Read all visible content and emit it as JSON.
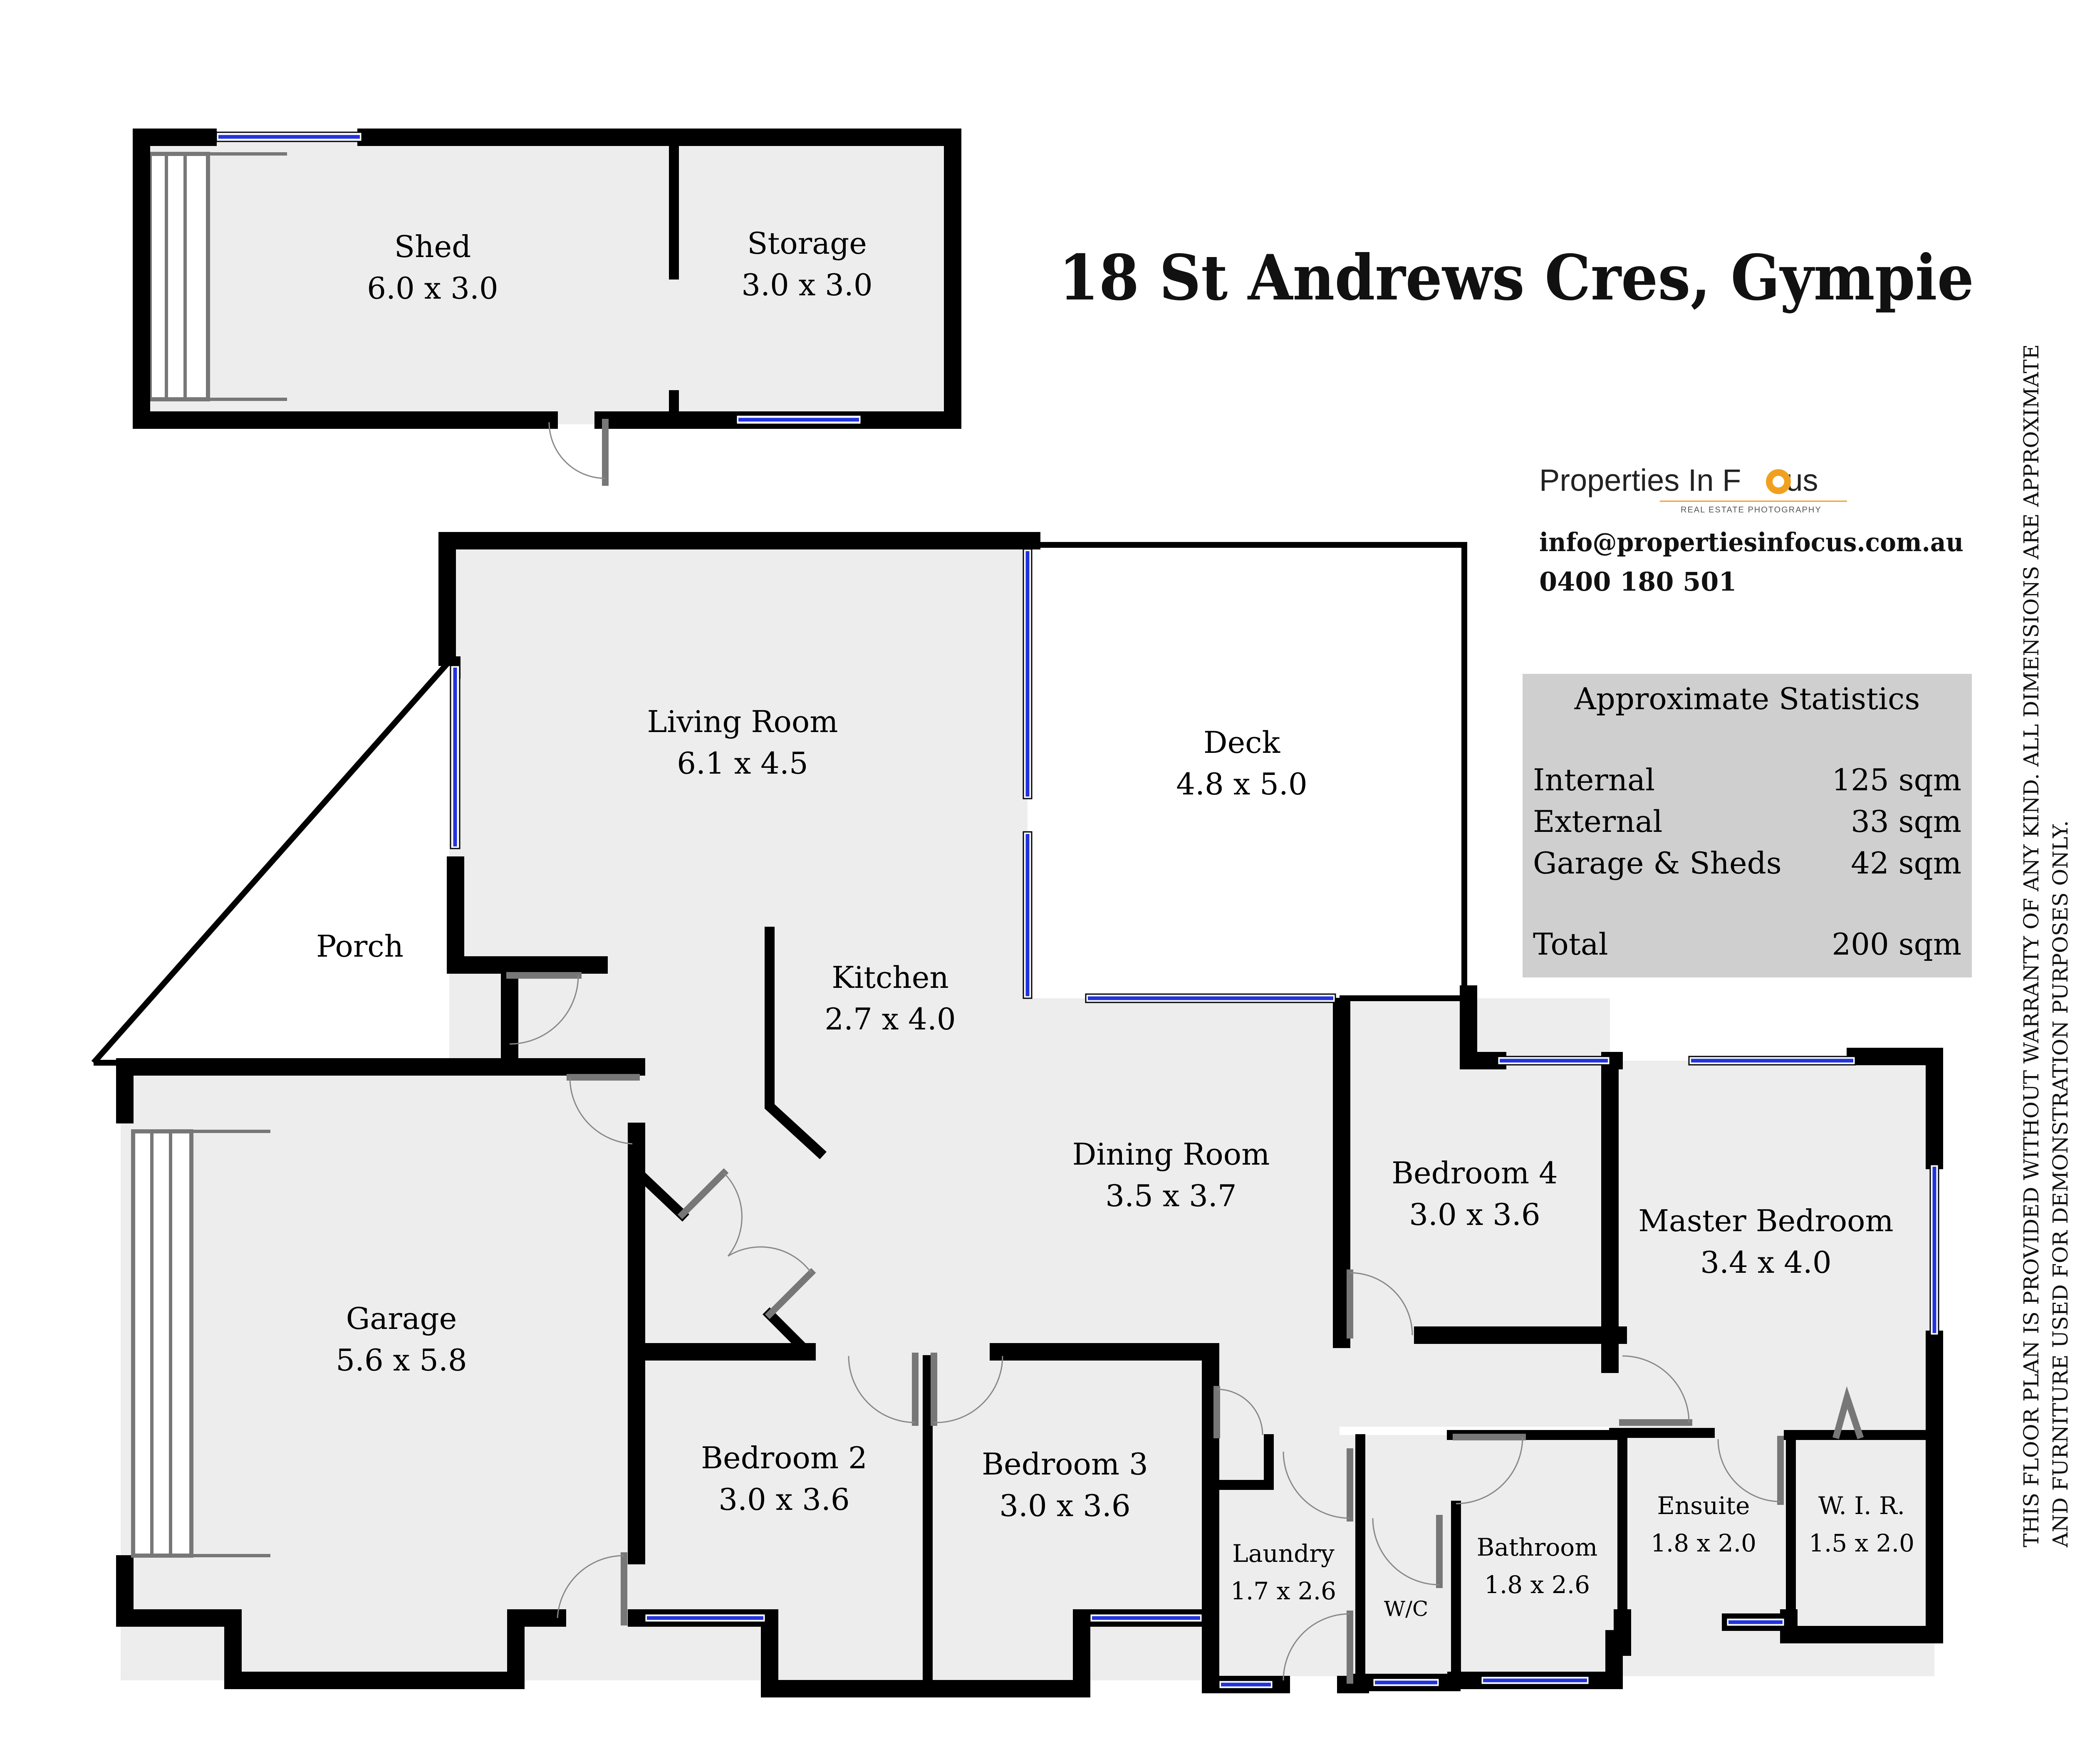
{
  "title": "18 St Andrews Cres, Gympie",
  "brand": {
    "name_part1": "Properties In F",
    "name_part2": "cus",
    "tagline": "REAL ESTATE PHOTOGRAPHY",
    "email": "info@propertiesinfocus.com.au",
    "phone": "0400 180 501"
  },
  "statistics": {
    "heading": "Approximate Statistics",
    "rows": [
      {
        "label": "Internal",
        "value": "125 sqm"
      },
      {
        "label": "External",
        "value": "33 sqm"
      },
      {
        "label": "Garage & Sheds",
        "value": "42 sqm"
      },
      {
        "label": "Total",
        "value": "200 sqm"
      }
    ]
  },
  "disclaimer": {
    "line1": "THIS FLOOR PLAN IS PROVIDED WITHOUT WARRANTY OF ANY KIND. ALL DIMENSIONS ARE APPROXIMATE",
    "line2": "AND FURNITURE USED FOR DEMONSTRATION PURPOSES ONLY."
  },
  "rooms": {
    "shed": {
      "name": "Shed",
      "size": "6.0 x 3.0"
    },
    "storage": {
      "name": "Storage",
      "size": "3.0 x 3.0"
    },
    "living": {
      "name": "Living Room",
      "size": "6.1 x 4.5"
    },
    "deck": {
      "name": "Deck",
      "size": "4.8 x 5.0"
    },
    "porch": {
      "name": "Porch"
    },
    "kitchen": {
      "name": "Kitchen",
      "size": "2.7 x 4.0"
    },
    "dining": {
      "name": "Dining Room",
      "size": "3.5 x 3.7"
    },
    "bedroom4": {
      "name": "Bedroom 4",
      "size": "3.0 x 3.6"
    },
    "master": {
      "name": "Master Bedroom",
      "size": "3.4 x 4.0"
    },
    "garage": {
      "name": "Garage",
      "size": "5.6 x 5.8"
    },
    "bedroom2": {
      "name": "Bedroom 2",
      "size": "3.0 x 3.6"
    },
    "bedroom3": {
      "name": "Bedroom 3",
      "size": "3.0 x 3.6"
    },
    "laundry": {
      "name": "Laundry",
      "size": "1.7 x 2.6"
    },
    "wc": {
      "name": "W/C"
    },
    "bathroom": {
      "name": "Bathroom",
      "size": "1.8 x 2.6"
    },
    "ensuite": {
      "name": "Ensuite",
      "size": "1.8 x 2.0"
    },
    "wir": {
      "name": "W. I. R.",
      "size": "1.5 x 2.0"
    }
  },
  "colors": {
    "room_fill": "#ededed",
    "wall": "#000000",
    "window": "#2233dd",
    "stats_box": "#cfcfcf",
    "brand_accent": "#f0a020"
  }
}
